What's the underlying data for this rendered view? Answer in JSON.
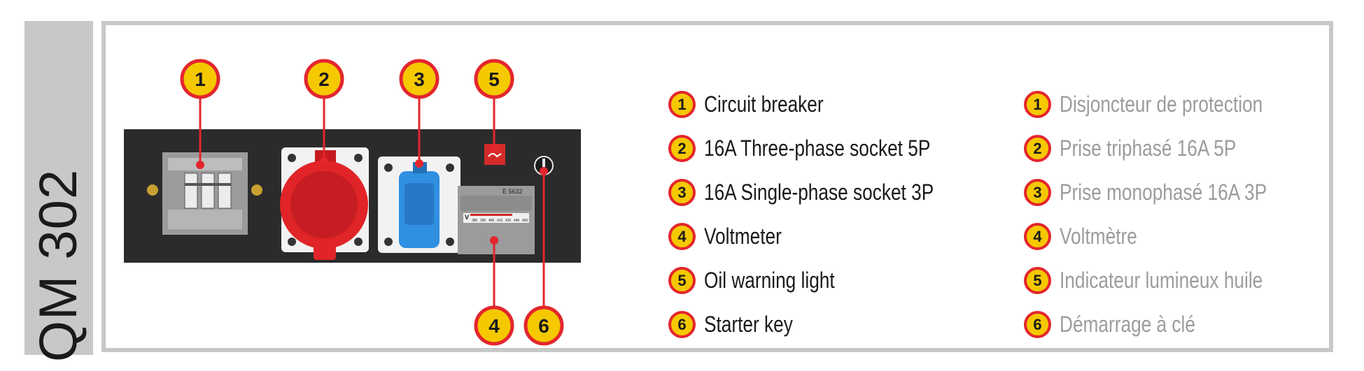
{
  "side_label": "QM 302",
  "colors": {
    "badge_fill": "#f5c800",
    "badge_ring": "#e3262d",
    "leader_line": "#e3262d",
    "panel": "#2b2b2b",
    "frame": "#c8c8c8",
    "three_phase_socket": "#e02428",
    "single_phase_socket": "#2f8fe0",
    "english_text": "#1a1a1a",
    "french_text": "#9c9c9c"
  },
  "callouts": [
    {
      "number": "1"
    },
    {
      "number": "2"
    },
    {
      "number": "3"
    },
    {
      "number": "5"
    },
    {
      "number": "4"
    },
    {
      "number": "6"
    }
  ],
  "voltmeter": {
    "model": "E 5632",
    "unit": "V",
    "scale_ticks": [
      "380",
      "390",
      "400",
      "410",
      "420",
      "440",
      "460"
    ]
  },
  "legend_en": [
    {
      "number": "1",
      "label": "Circuit breaker"
    },
    {
      "number": "2",
      "label": "16A Three-phase socket 5P"
    },
    {
      "number": "3",
      "label": "16A Single-phase socket 3P"
    },
    {
      "number": "4",
      "label": "Voltmeter"
    },
    {
      "number": "5",
      "label": "Oil warning light"
    },
    {
      "number": "6",
      "label": "Starter key"
    }
  ],
  "legend_fr": [
    {
      "number": "1",
      "label": "Disjoncteur de protection"
    },
    {
      "number": "2",
      "label": "Prise triphasé 16A 5P"
    },
    {
      "number": "3",
      "label": "Prise monophasé 16A 3P"
    },
    {
      "number": "4",
      "label": "Voltmètre"
    },
    {
      "number": "5",
      "label": "Indicateur lumineux huile"
    },
    {
      "number": "6",
      "label": "Démarrage à clé"
    }
  ]
}
